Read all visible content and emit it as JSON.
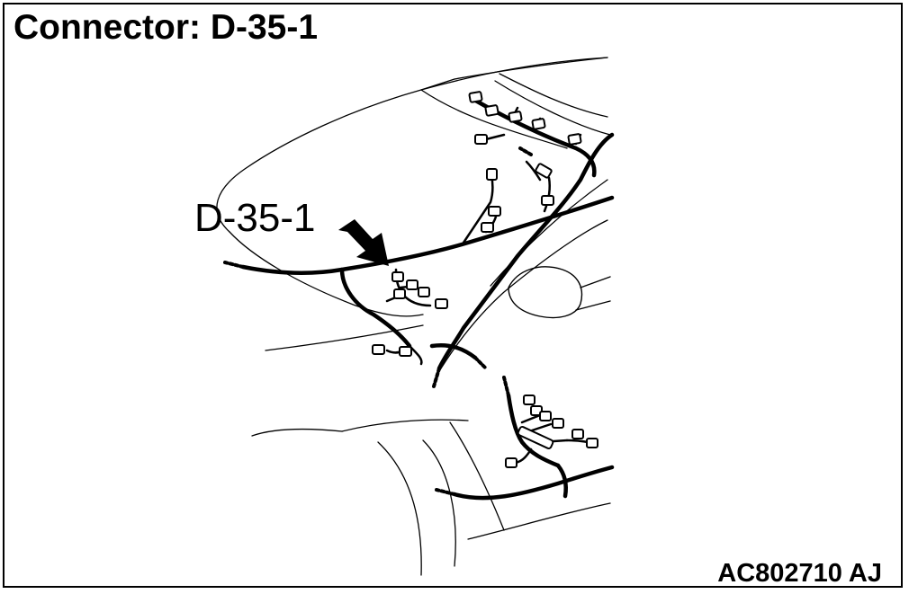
{
  "title": "Connector: D-35-1",
  "callout_label": "D-35-1",
  "figure_id": "AC802710 AJ",
  "colors": {
    "line": "#000000",
    "background": "#ffffff"
  }
}
